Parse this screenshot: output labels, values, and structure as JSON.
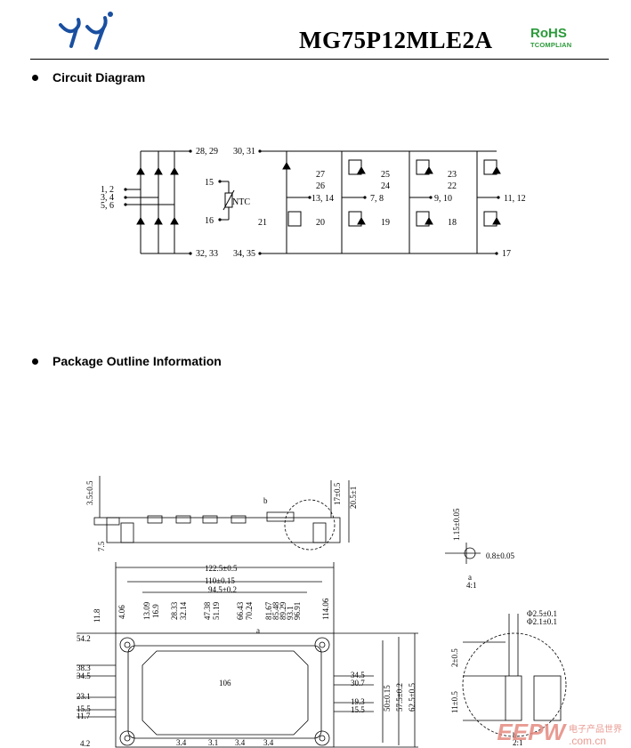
{
  "header": {
    "part_number": "MG75P12MLE2A",
    "rohs_title": "RoHS",
    "rohs_sub": "TCOMPLIAN",
    "logo_icon": "company-logo-icon"
  },
  "sections": {
    "circuit_title": "Circuit Diagram",
    "package_title": "Package Outline Information"
  },
  "circuit": {
    "pins_left": [
      "1, 2",
      "3, 4",
      "5, 6"
    ],
    "pin_28_29": "28, 29",
    "pin_32_33": "32, 33",
    "pin_15": "15",
    "pin_16": "16",
    "ntc": "NTC",
    "pin_30_31": "30, 31",
    "pin_34_35": "34, 35",
    "pin_21": "21",
    "pin_27": "27",
    "pin_26": "26",
    "pin_13_14": "13, 14",
    "pin_20": "20",
    "pin_25": "25",
    "pin_24": "24",
    "pin_7_8": "7, 8",
    "pin_19": "19",
    "pin_23": "23",
    "pin_22": "22",
    "pin_9_10": "9, 10",
    "pin_18": "18",
    "pin_11_12": "11, 12",
    "pin_17": "17"
  },
  "dims": {
    "d_3_5": "3.5±0.5",
    "d_17": "17±0.5",
    "d_20_5": "20.5±1",
    "d_7_5": "7.5",
    "detail_b": "b",
    "detail_a": "a",
    "d_122_5": "122.5±0.5",
    "d_110": "110±0.15",
    "d_94_5": "94.5±0.2",
    "d_11_8": "11.8",
    "d_4_06": "4.06",
    "top_dims": [
      "13.09",
      "16.9",
      "28.33",
      "32.14",
      "47.38",
      "51.19",
      "66.43",
      "70.24",
      "81.67",
      "85.48",
      "89.29",
      "93.1",
      "96.91"
    ],
    "d_114_06": "114.06",
    "d_54_2": "54.2",
    "d_38_3": "38.3",
    "d_34_5": "34.5",
    "d_23_1": "23.1",
    "d_15_5": "15.5",
    "d_11_7": "11.7",
    "d_4_2": "4.2",
    "d_106": "106",
    "d_34_5r": "34.5",
    "d_30_7": "30.7",
    "d_19_3": "19.3",
    "d_15_5r": "15.5",
    "d_50": "50±0.15",
    "d_57_5": "57.5±0.2",
    "d_62_5": "62.5±0.5",
    "d_1_15": "1.15±0.05",
    "d_0_8": "0.8±0.05",
    "scale_a": "4:1",
    "d_phi25": "Φ2.5±0.1",
    "d_phi21": "Φ2.1±0.1",
    "d_2_5": "2±0.5",
    "d_11_5": "11±0.5",
    "scale_b": "2:1",
    "bottom_dims": [
      "3.4",
      "3.1",
      "3.4",
      "3.4"
    ]
  },
  "watermark": {
    "brand": "EEPW",
    "cn": "电子产品世界",
    "url": ".com.cn"
  }
}
